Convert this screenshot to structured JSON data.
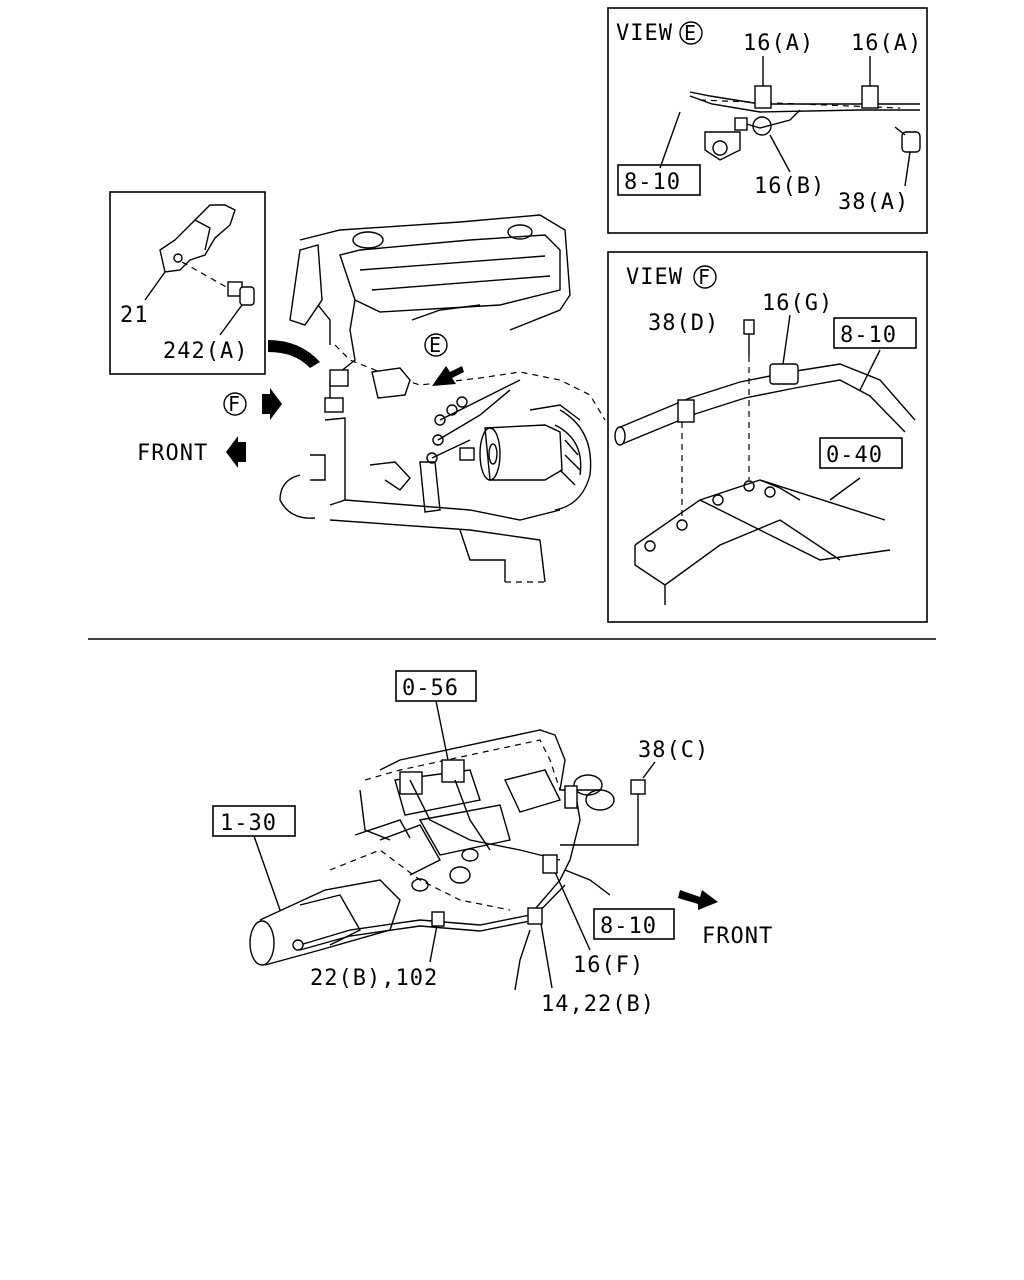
{
  "view_e": {
    "title": "VIEW",
    "letter": "E",
    "labels": {
      "a1": "16(A)",
      "a2": "16(A)",
      "b": "16(B)",
      "c": "38(A)",
      "ref": "8-10"
    }
  },
  "view_f": {
    "title": "VIEW",
    "letter": "F",
    "labels": {
      "d": "38(D)",
      "g": "16(G)",
      "ref1": "8-10",
      "ref2": "0-40"
    }
  },
  "inset_bracket": {
    "part": "21",
    "bolt": "242(A)"
  },
  "engine": {
    "marker_e": "E",
    "marker_f": "F",
    "front": "FRONT"
  },
  "lower": {
    "ref_top": "0-56",
    "ref_left": "1-30",
    "ref_right": "8-10",
    "bolt": "38(C)",
    "clip_f": "16(F)",
    "clip_22": "22(B),102",
    "clip_14": "14,22(B)",
    "front": "FRONT"
  }
}
